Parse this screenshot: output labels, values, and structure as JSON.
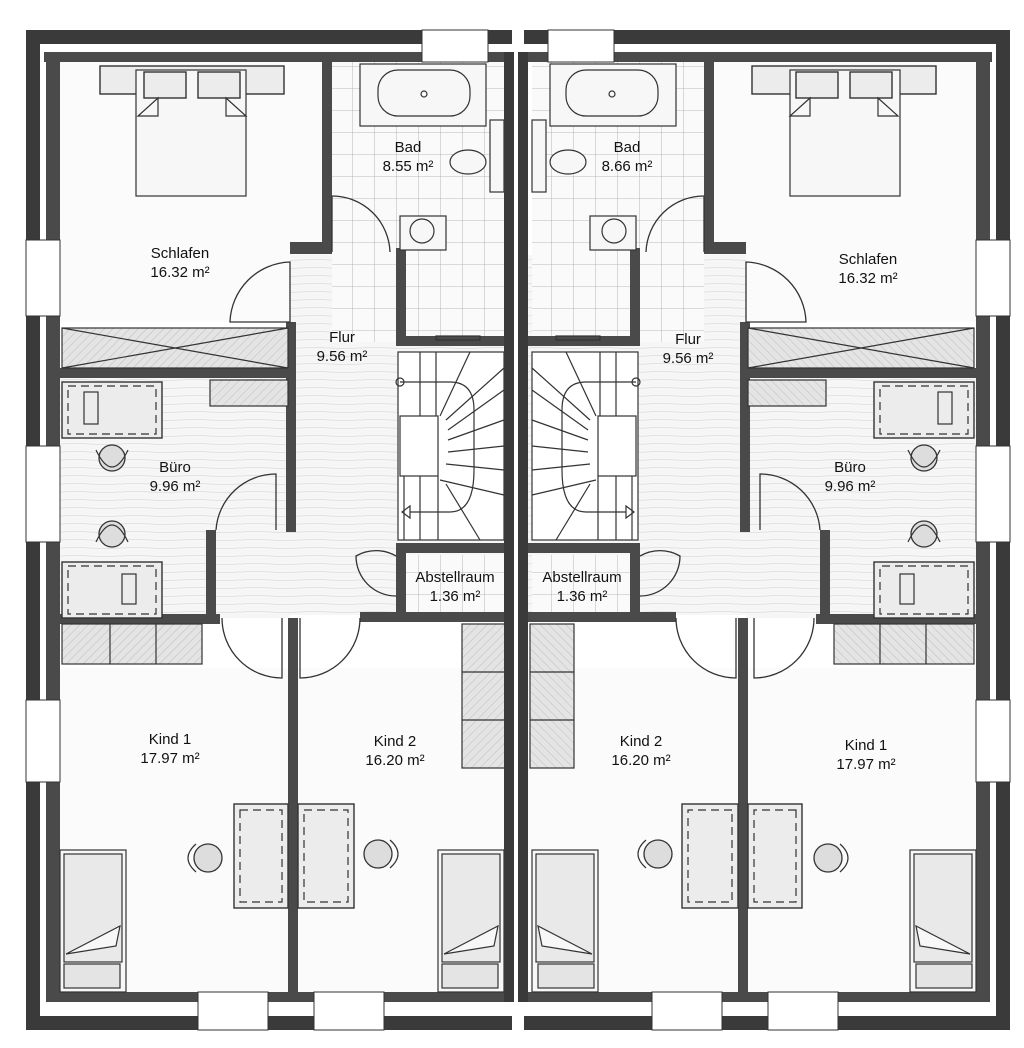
{
  "plan": {
    "type": "floor-plan",
    "style": "pencil-sketch",
    "layout": "mirrored double house, upper floor",
    "rooms": {
      "left": {
        "schlafen": {
          "name": "Schlafen",
          "area": "16.32 m²"
        },
        "bad": {
          "name": "Bad",
          "area": "8.55 m²"
        },
        "flur": {
          "name": "Flur",
          "area": "9.56 m²"
        },
        "buero": {
          "name": "Büro",
          "area": "9.96 m²"
        },
        "abstellraum": {
          "name": "Abstellraum",
          "area": "1.36 m²"
        },
        "kind1": {
          "name": "Kind 1",
          "area": "17.97 m²"
        },
        "kind2": {
          "name": "Kind 2",
          "area": "16.20 m²"
        }
      },
      "right": {
        "schlafen": {
          "name": "Schlafen",
          "area": "16.32 m²"
        },
        "bad": {
          "name": "Bad",
          "area": "8.66 m²"
        },
        "flur": {
          "name": "Flur",
          "area": "9.56 m²"
        },
        "buero": {
          "name": "Büro",
          "area": "9.96 m²"
        },
        "abstellraum": {
          "name": "Abstellraum",
          "area": "1.36 m²"
        },
        "kind1": {
          "name": "Kind 1",
          "area": "17.97 m²"
        },
        "kind2": {
          "name": "Kind 2",
          "area": "16.20 m²"
        }
      }
    },
    "colors": {
      "wall": "#3a3a3a",
      "floor": "#f3f3f3",
      "line": "#333333",
      "background": "#ffffff"
    }
  }
}
